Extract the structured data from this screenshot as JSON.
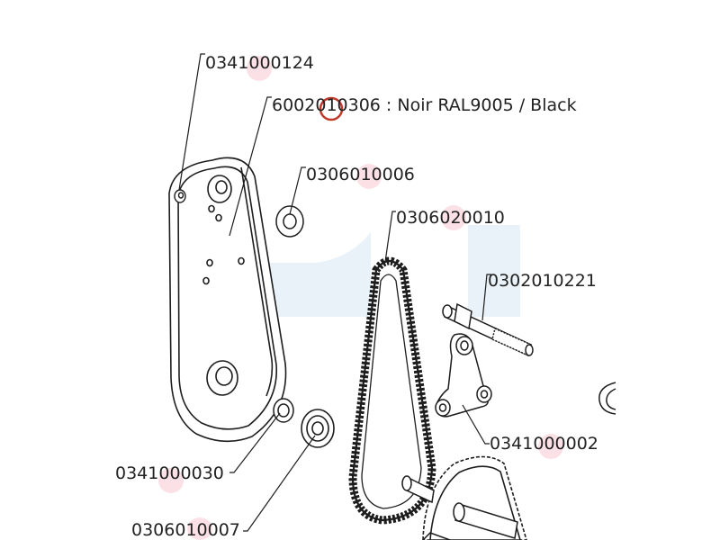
{
  "colors": {
    "line": "#1d1d1d",
    "part_fill": "#ffffff",
    "watermark": "#e8f2f8",
    "highlight_fill": "#f4aab4",
    "circle_marker": "#c0392b"
  },
  "labels": {
    "part_0341000124": "0341000124",
    "part_6002010306": "6002010306 : Noir RAL9005 / Black",
    "part_0306010006": "0306010006",
    "part_0306020010": "0306020010",
    "part_0302010221": "0302010221",
    "part_0341000002": "0341000002",
    "part_0341000030": "0341000030",
    "part_0306010007": "0306010007"
  }
}
